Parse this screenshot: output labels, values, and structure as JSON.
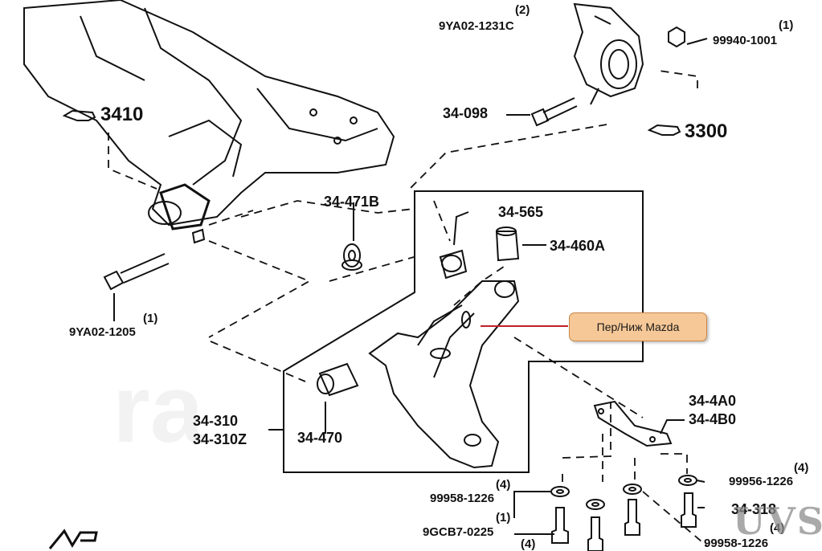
{
  "callout": {
    "text": "Пер/Ниж Mazda",
    "color": "#f7c897"
  },
  "refs": {
    "ref_3410": "3410",
    "ref_3300": "3300"
  },
  "parts": {
    "p_9YA02_1231C": "9YA02-1231C",
    "q_9YA02_1231C": "(2)",
    "p_99940_1001": "99940-1001",
    "q_99940_1001": "(1)",
    "p_34_098": "34-098",
    "p_34_471B": "34-471B",
    "p_34_565": "34-565",
    "p_34_460A": "34-460A",
    "p_9YA02_1205": "9YA02-1205",
    "q_9YA02_1205": "(1)",
    "p_34_310": "34-310",
    "p_34_310Z": "34-310Z",
    "p_34_470": "34-470",
    "p_34_4A0": "34-4A0",
    "p_34_4B0": "34-4B0",
    "p_99958_1226_l": "99958-1226",
    "q_99958_1226_l": "(4)",
    "p_99956_1226": "99956-1226",
    "q_99956_1226": "(4)",
    "p_9GCB7_0225": "9GCB7-0225",
    "q_9GCB7_0225": "(1)",
    "q_bottom_4": "(4)",
    "p_34_318": "34-318",
    "q_34_318": "(4)",
    "p_99958_1226_r": "99958-1226"
  },
  "watermark": "UVS"
}
